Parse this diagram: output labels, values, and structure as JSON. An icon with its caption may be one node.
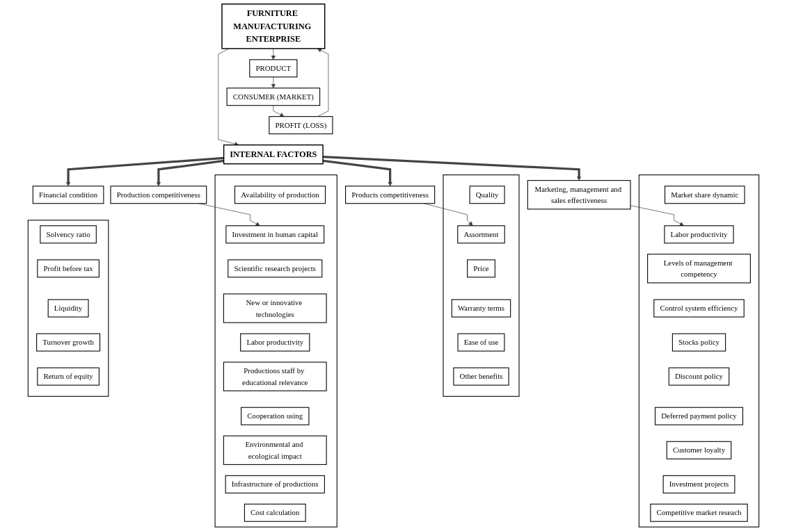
{
  "diagram": {
    "nodes": [
      {
        "text": [
          "FURNITURE MANUFACTURING ENTERPRISE"
        ]
      },
      {
        "text": [
          "PRODUCT"
        ]
      },
      {
        "text": [
          "CONSUMER (MARKET)"
        ]
      },
      {
        "text": [
          "PROFIT (LOSS)"
        ]
      },
      {
        "text": [
          "INTERNAL FACTORS"
        ]
      },
      {
        "text": [
          "Products competitiveness"
        ]
      },
      {
        "text": [
          "Marketing, management and sales effectiveness"
        ]
      },
      {
        "text": [
          "Production competitiveness"
        ]
      },
      {
        "text": [
          "Financial condition"
        ]
      },
      {
        "text": [],
        "shape": "box"
      },
      {
        "text": [
          "Quality"
        ],
        "in": 9
      },
      {
        "text": [
          "Assortment"
        ],
        "in": 9
      },
      {
        "text": [
          "Price"
        ],
        "in": 9
      },
      {
        "text": [
          "Warranty terms"
        ],
        "in": 9
      },
      {
        "text": [
          "Ease of use"
        ],
        "in": 9
      },
      {
        "text": [
          "Other benefits"
        ],
        "in": 9
      },
      {
        "text": [],
        "shape": "box"
      },
      {
        "text": [
          "Market share dynamic"
        ],
        "in": 16
      },
      {
        "text": [
          "Labor productivity"
        ],
        "in": 16
      },
      {
        "text": [
          "Levels of management competency"
        ],
        "in": 16
      },
      {
        "text": [
          "Control system efficiency"
        ],
        "in": 16
      },
      {
        "text": [
          "Stocks policy"
        ],
        "in": 16
      },
      {
        "text": [
          "Discount policy"
        ],
        "in": 16
      },
      {
        "text": [
          "Deferred payment policy"
        ],
        "in": 16
      },
      {
        "text": [
          "Customer loyalty"
        ],
        "in": 16
      },
      {
        "text": [
          "Investment projects"
        ],
        "in": 16
      },
      {
        "text": [
          "Competitive market reseach"
        ],
        "in": 16
      },
      {
        "text": [],
        "shape": "box"
      },
      {
        "text": [
          "Availability of production"
        ],
        "in": 27
      },
      {
        "text": [
          "Investment in human capital"
        ],
        "in": 27
      },
      {
        "text": [
          "Scientific research projects"
        ],
        "in": 27
      },
      {
        "text": [
          "New or innovative technologies"
        ],
        "in": 27
      },
      {
        "text": [
          "Labor productivity"
        ],
        "in": 27
      },
      {
        "text": [
          "Productions staff by educational relevance"
        ],
        "in": 27
      },
      {
        "text": [
          "Cooperation using"
        ],
        "in": 27
      },
      {
        "text": [
          "Environmental and ecological impact"
        ],
        "in": 27
      },
      {
        "text": [
          "Infrastructure of productions"
        ],
        "in": 27
      },
      {
        "text": [
          "Cost calculation"
        ],
        "in": 27
      },
      {
        "text": [],
        "shape": "box"
      },
      {
        "text": [
          "Solvency ratio"
        ],
        "in": 38
      },
      {
        "text": [
          "Profit before tax"
        ],
        "in": 38
      },
      {
        "text": [
          "Liquidity"
        ],
        "in": 38
      },
      {
        "text": [
          "Turnover growth"
        ],
        "in": 38
      },
      {
        "text": [
          "Return of equity"
        ],
        "in": 38
      }
    ],
    "edges": [
      {
        "from": 0,
        "to": 1,
        "arrow": "to"
      },
      {
        "from": 1,
        "to": 2,
        "arrow": "to"
      },
      {
        "from": 2,
        "to": 3,
        "arrow": "to"
      },
      {
        "from": 3,
        "to": 0,
        "arrow": "to"
      },
      {
        "from": 0,
        "to": 4,
        "arrow": "to"
      },
      {
        "from": 4,
        "to": 5,
        "arrow": "to",
        "style": "thick"
      },
      {
        "from": 4,
        "to": 6,
        "arrow": "to",
        "style": "thick"
      },
      {
        "from": 4,
        "to": 7,
        "arrow": "to",
        "style": "thick"
      },
      {
        "from": 4,
        "to": 8,
        "arrow": "to",
        "style": "thick"
      },
      {
        "from": 5,
        "to": 11,
        "arrow": "to"
      },
      {
        "from": 6,
        "to": 18,
        "arrow": "to"
      },
      {
        "from": 7,
        "to": 29,
        "arrow": "to"
      }
    ]
  }
}
